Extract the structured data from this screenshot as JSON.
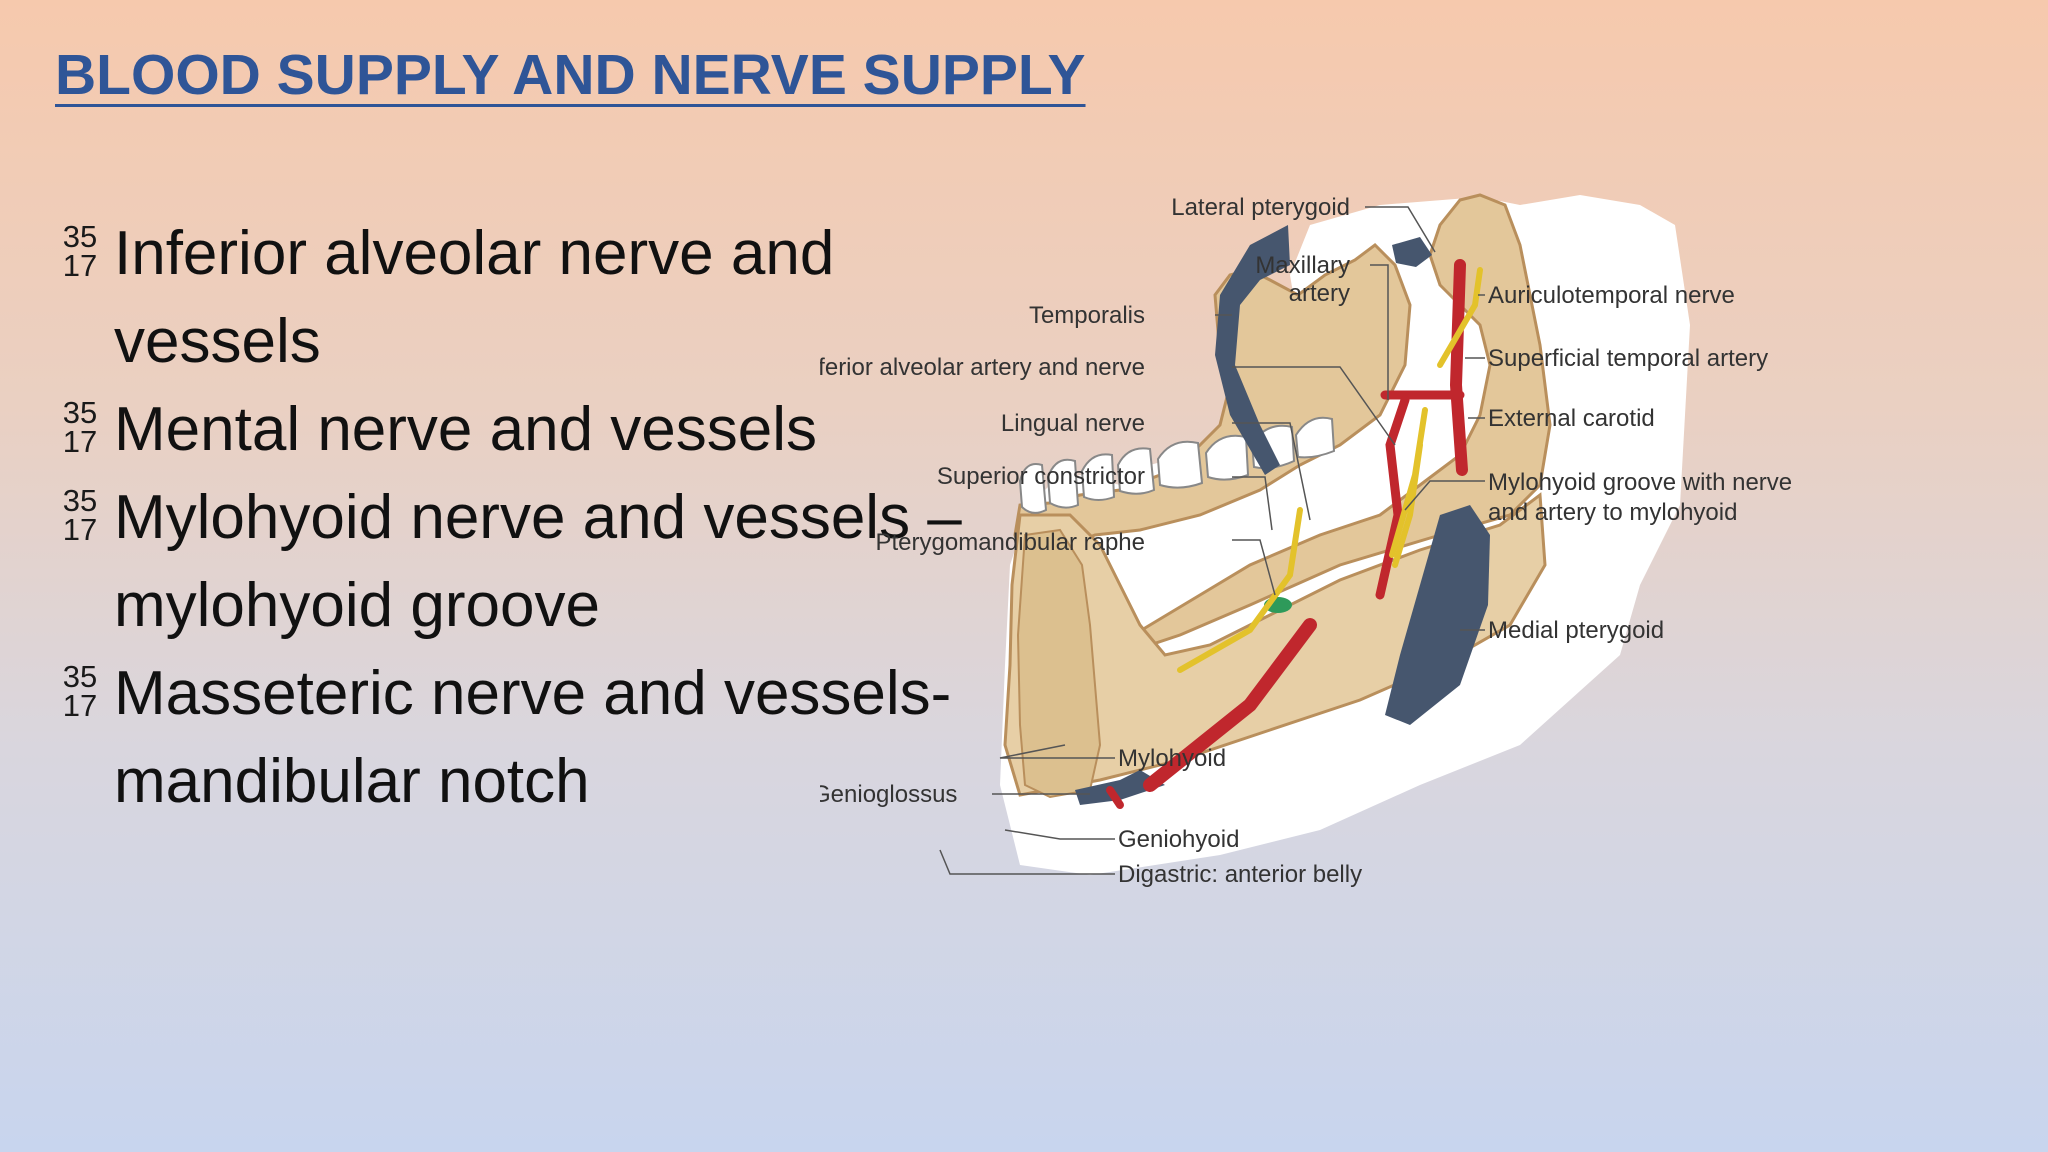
{
  "slide": {
    "title": "BLOOD SUPPLY AND NERVE SUPPLY",
    "bullets": [
      {
        "marker_top": "35",
        "marker_bottom": "17",
        "lines": [
          "Inferior alveolar nerve and",
          "vessels"
        ]
      },
      {
        "marker_top": "35",
        "marker_bottom": "17",
        "lines": [
          "Mental nerve and vessels"
        ]
      },
      {
        "marker_top": "35",
        "marker_bottom": "17",
        "lines": [
          "Mylohyoid nerve and vessels –",
          "mylohyoid groove"
        ]
      },
      {
        "marker_top": "35",
        "marker_bottom": "17",
        "lines": [
          "Masseteric nerve and vessels-",
          "mandibular notch"
        ]
      }
    ]
  },
  "figure": {
    "labels": {
      "lateral_pterygoid": "Lateral pterygoid",
      "maxillary_artery_1": "Maxillary",
      "maxillary_artery_2": "artery",
      "temporalis": "Temporalis",
      "inferior_alveolar": "Inferior alveolar artery and nerve",
      "lingual_nerve": "Lingual nerve",
      "superior_constrictor": "Superior constrictor",
      "pterygomandibular_raphe": "Pterygomandibular raphe",
      "genioglossus": "Genioglossus",
      "auriculotemporal_nerve": "Auriculotemporal nerve",
      "superficial_temporal_artery": "Superficial temporal artery",
      "external_carotid": "External carotid",
      "mylohyoid_groove_1": "Mylohyoid groove with nerve",
      "mylohyoid_groove_2": "and artery to mylohyoid",
      "medial_pterygoid": "Medial pterygoid",
      "mylohyoid": "Mylohyoid",
      "geniohyoid": "Geniohyoid",
      "digastric": "Digastric: anterior belly"
    },
    "colors": {
      "bone": "#e3c79a",
      "bone_shadow": "#b98f5c",
      "muscle": "#46566e",
      "artery": "#c0272d",
      "nerve": "#e3c22b",
      "raphe": "#2e9a5a"
    }
  }
}
